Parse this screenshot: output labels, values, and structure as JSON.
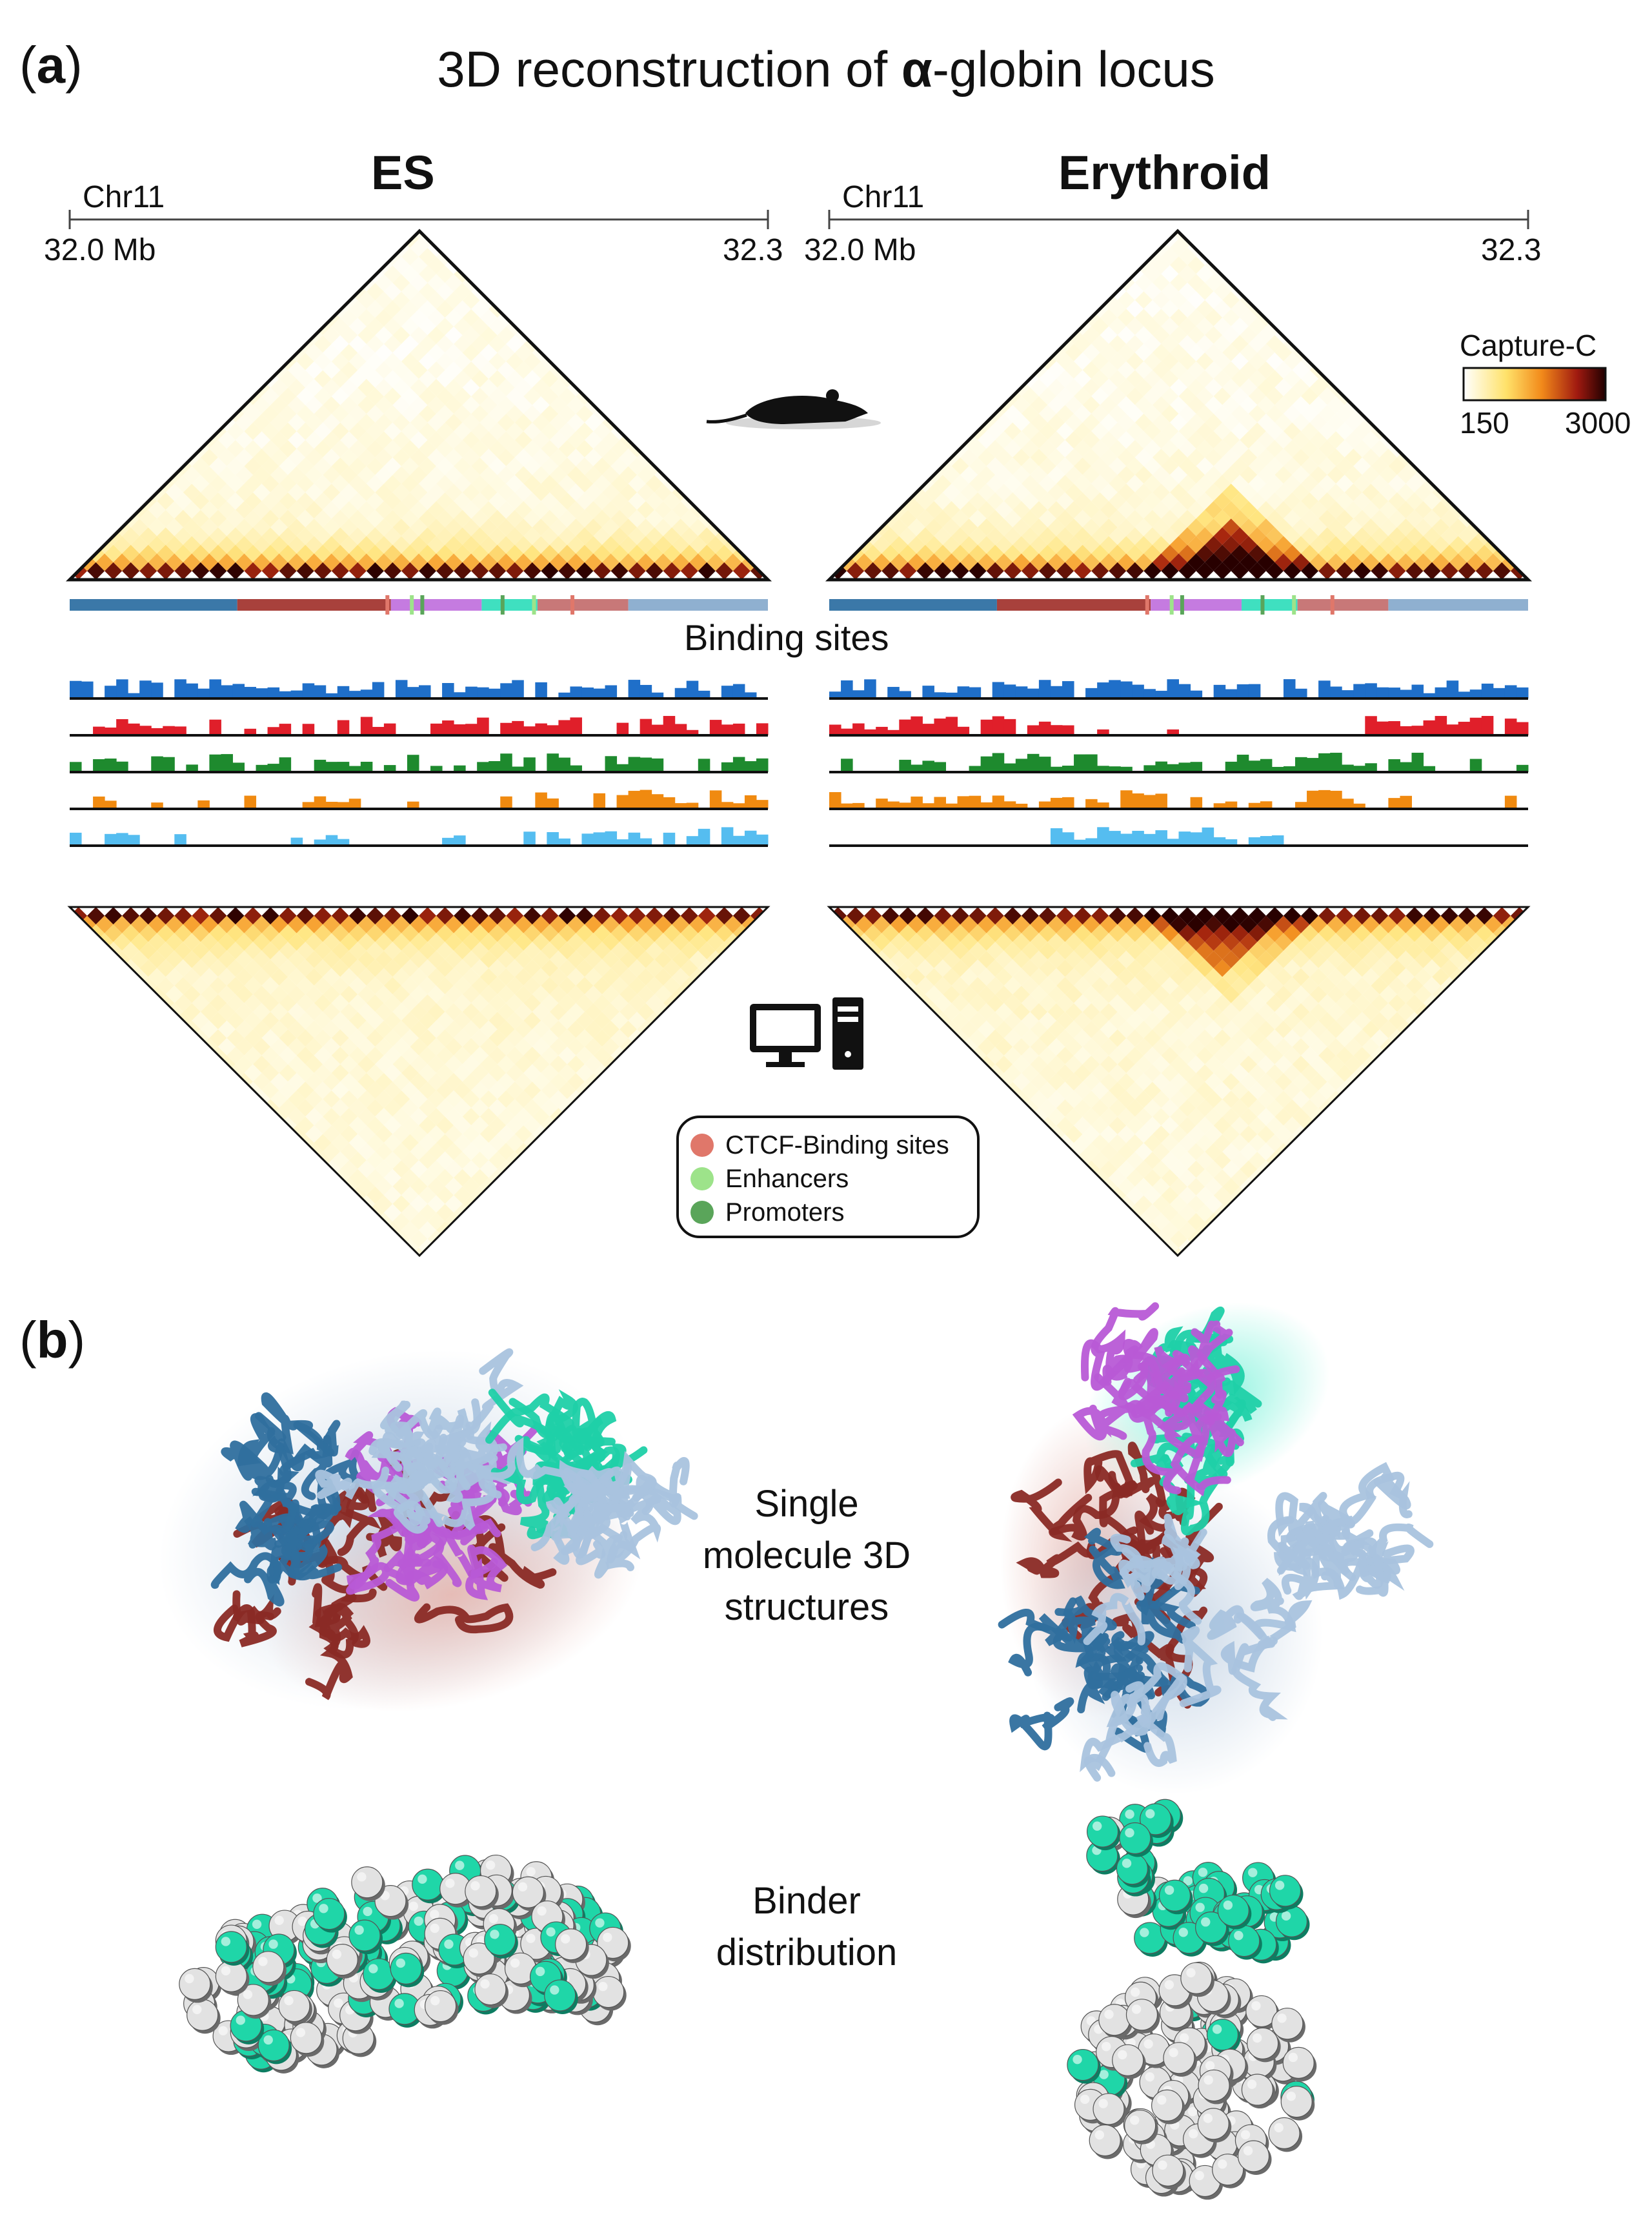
{
  "panel_a": {
    "letter": "a",
    "title_pre": "3D reconstruction of ",
    "title_alpha": "α",
    "title_post": "-globin locus",
    "left": {
      "condition": "ES",
      "chrom": "Chr11",
      "start": "32.0 Mb",
      "end": "32.3"
    },
    "right": {
      "condition": "Erythroid",
      "chrom": "Chr11",
      "start": "32.0 Mb",
      "end": "32.3"
    },
    "binding_label": "Binding sites",
    "colorbar": {
      "title": "Capture-C",
      "min": "150",
      "max": "3000"
    },
    "legend": [
      {
        "label": "CTCF-Binding sites",
        "color": "#e0776a"
      },
      {
        "label": "Enhancers",
        "color": "#9de38a"
      },
      {
        "label": "Promoters",
        "color": "#5aa55a"
      }
    ],
    "track_colors": [
      "#1f6fc9",
      "#e01f2a",
      "#1e8a2e",
      "#f08a10",
      "#55bdf0"
    ],
    "domain_colors": [
      "#3b78a8",
      "#a8413c",
      "#c57be0",
      "#3fe0c0",
      "#c87878",
      "#8fb0d0"
    ]
  },
  "panel_b": {
    "letter": "b",
    "label_single": [
      "Single",
      "molecule 3D",
      "structures"
    ],
    "label_binder": [
      "Binder",
      "distribution"
    ]
  }
}
